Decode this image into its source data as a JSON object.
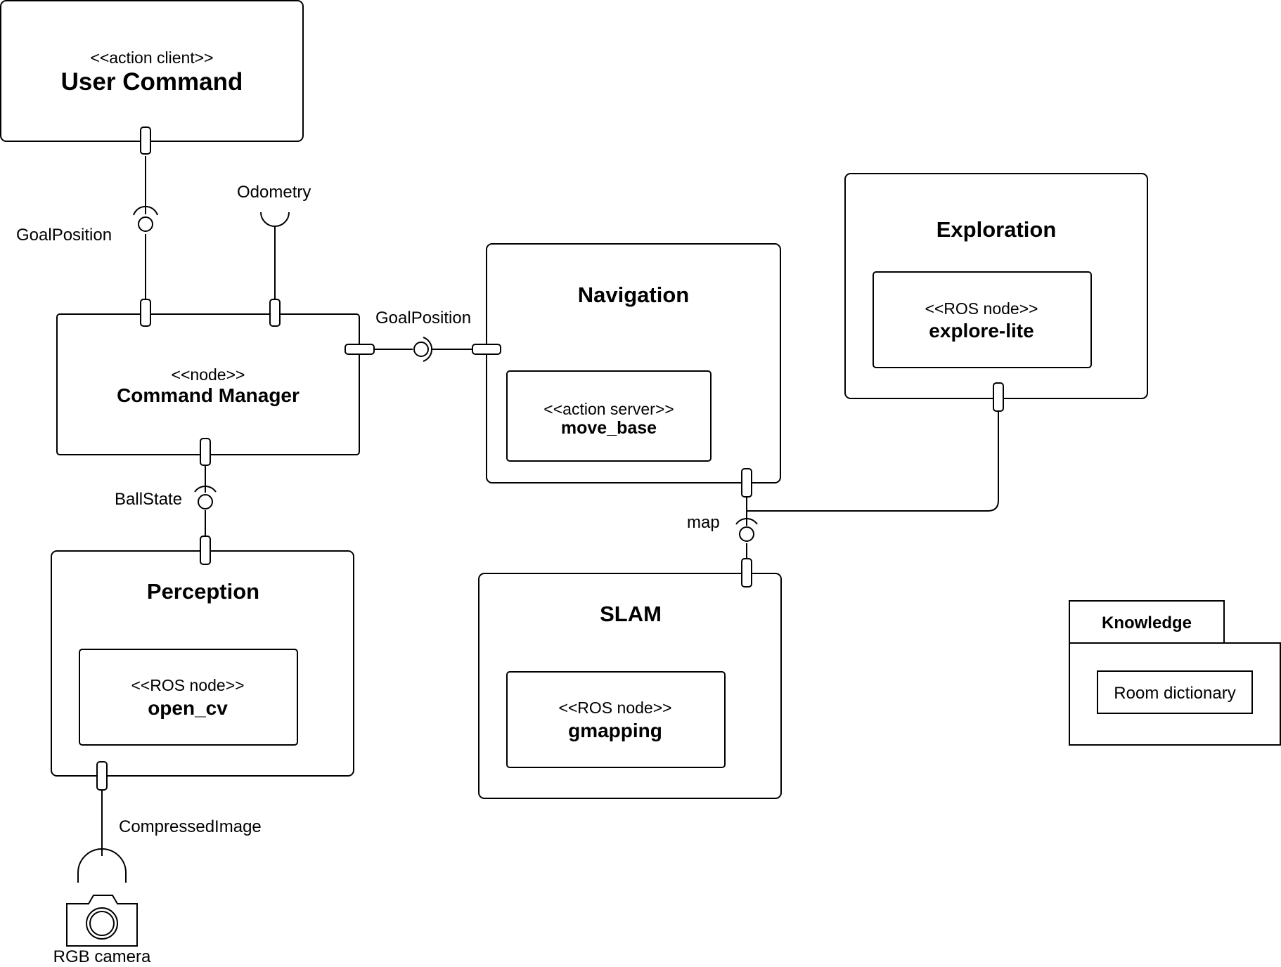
{
  "components": {
    "user_command": {
      "stereotype": "<<action client>>",
      "name": "User Command"
    },
    "command_manager": {
      "stereotype": "<<node>>",
      "name": "Command Manager"
    },
    "navigation": {
      "name": "Navigation",
      "inner": {
        "stereotype": "<<action server>>",
        "name": "move_base"
      }
    },
    "exploration": {
      "name": "Exploration",
      "inner": {
        "stereotype": "<<ROS node>>",
        "name": "explore-lite"
      }
    },
    "perception": {
      "name": "Perception",
      "inner": {
        "stereotype": "<<ROS node>>",
        "name": "open_cv"
      }
    },
    "slam": {
      "name": "SLAM",
      "inner": {
        "stereotype": "<<ROS node>>",
        "name": "gmapping"
      }
    }
  },
  "interfaces": {
    "goal_position_user": "GoalPosition",
    "odometry": "Odometry",
    "goal_position_nav": "GoalPosition",
    "ball_state": "BallState",
    "map": "map",
    "compressed_image": "CompressedImage"
  },
  "camera": {
    "label": "RGB camera",
    "icon": "camera-icon"
  },
  "knowledge": {
    "title": "Knowledge",
    "item": "Room dictionary"
  }
}
